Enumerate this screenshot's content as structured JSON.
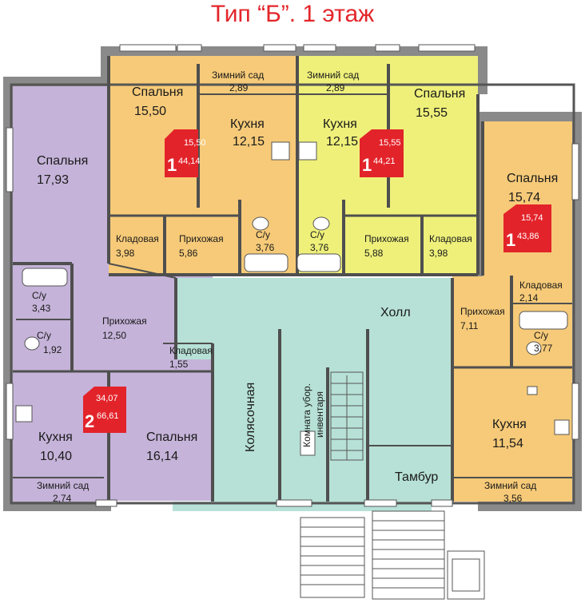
{
  "title": "Тип “Б”. 1 этаж",
  "colors": {
    "purple": "#c5b3d9",
    "orange": "#f6ca78",
    "yellow": "#eef07a",
    "teal": "#b7e1d6",
    "wall": "#5b5b5b",
    "badge": "#e3232a"
  },
  "rooms": {
    "bed_1a": {
      "name": "Спальня",
      "area": "15,50"
    },
    "garden_1a": {
      "name": "Зимний сад",
      "area": "2,89"
    },
    "kitchen_1a": {
      "name": "Кухня",
      "area": "12,15"
    },
    "garden_1b": {
      "name": "Зимний сад",
      "area": "2,89"
    },
    "kitchen_1b": {
      "name": "Кухня",
      "area": "12,15"
    },
    "bed_1b": {
      "name": "Спальня",
      "area": "15,55"
    },
    "bed_2": {
      "name": "Спальня",
      "area": "17,93"
    },
    "bed_1c": {
      "name": "Спальня",
      "area": "15,74"
    },
    "storage_1a": {
      "name": "Кладовая",
      "area": "3,98"
    },
    "hall_1a": {
      "name": "Прихожая",
      "area": "5,86"
    },
    "wc_1a": {
      "name": "С/у",
      "area": "3,76"
    },
    "wc_1b": {
      "name": "С/у",
      "area": "3,76"
    },
    "hall_1b": {
      "name": "Прихожая",
      "area": "5,88"
    },
    "storage_1b": {
      "name": "Кладовая",
      "area": "3,98"
    },
    "storage_1c": {
      "name": "Кладовая",
      "area": "2,14"
    },
    "wc_2a": {
      "name": "С/у",
      "area": "3,43"
    },
    "wc_2b": {
      "name": "С/у",
      "area": "1,92"
    },
    "hall_2": {
      "name": "Прихожая",
      "area": "12,50"
    },
    "storage_2": {
      "name": "Кладовая",
      "area": "1,55"
    },
    "hall_1c": {
      "name": "Прихожая",
      "area": "7,11"
    },
    "wc_1c": {
      "name": "С/у",
      "area": "3,77"
    },
    "kitchen_2": {
      "name": "Кухня",
      "area": "10,40"
    },
    "bed_2b": {
      "name": "Спальня",
      "area": "16,14"
    },
    "kitchen_1c": {
      "name": "Кухня",
      "area": "11,54"
    },
    "garden_2": {
      "name": "Зимний сад",
      "area": "2,74"
    },
    "garden_1c": {
      "name": "Зимний сад",
      "area": "3,56"
    },
    "stroller": {
      "name": "Колясочная"
    },
    "cleaning": {
      "name": "Комната убор. инвентаря",
      "line1": "Комната убор.",
      "line2": "инвентаря"
    },
    "hall": {
      "name": "Холл"
    },
    "vestibule": {
      "name": "Тамбур"
    }
  },
  "badges": {
    "a": {
      "rooms": "1",
      "living": "15,50",
      "total": "44,14"
    },
    "b": {
      "rooms": "1",
      "living": "15,55",
      "total": "44,21"
    },
    "c": {
      "rooms": "1",
      "living": "15,74",
      "total": "43,86"
    },
    "d": {
      "rooms": "2",
      "living": "34,07",
      "total": "66,61"
    }
  }
}
